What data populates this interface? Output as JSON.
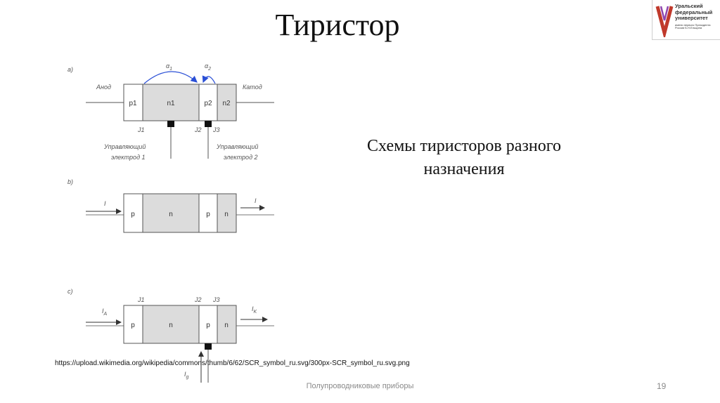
{
  "slide": {
    "title": "Тиристор",
    "subtitle": "Схемы тиристоров разного назначения",
    "source_url": "https://upload.wikimedia.org/wikipedia/commons/thumb/6/62/SCR_symbol_ru.svg/300px-SCR_symbol_ru.svg.png",
    "footer": "Полупроводниковые приборы",
    "page_number": "19"
  },
  "logo": {
    "lines": [
      "Уральский",
      "федеральный",
      "университет"
    ],
    "tagline": "имени первого Президента России Б.Н.Ельцина",
    "accent_colors": [
      "#c0392b",
      "#8e44ad"
    ]
  },
  "diagram_a": {
    "label": "a)",
    "anode": "Анод",
    "cathode": "Катод",
    "cells": [
      "p1",
      "n1",
      "p2",
      "n2"
    ],
    "alpha1": "α",
    "alpha1_sub": "1",
    "alpha2": "α",
    "alpha2_sub": "2",
    "j1": "J1",
    "j2": "J2",
    "j3": "J3",
    "electrode1_line1": "Управляющий",
    "electrode1_line2": "электрод 1",
    "electrode2_line1": "Управляющий",
    "electrode2_line2": "электрод 2"
  },
  "diagram_b": {
    "label": "b)",
    "cells": [
      "p",
      "n",
      "p",
      "n"
    ],
    "current_in": "I",
    "current_out": "I"
  },
  "diagram_c": {
    "label": "c)",
    "cells": [
      "p",
      "n",
      "p",
      "n"
    ],
    "j1": "J1",
    "j2": "J2",
    "j3": "J3",
    "ia": "I",
    "ia_sub": "A",
    "ik": "I",
    "ik_sub": "K",
    "ig": "I",
    "ig_sub": "g"
  },
  "colors": {
    "cell_fill_n": "#dcdcdc",
    "cell_fill_p": "#ffffff",
    "wire": "#555555",
    "arrow_blue": "#2a4fd6"
  }
}
